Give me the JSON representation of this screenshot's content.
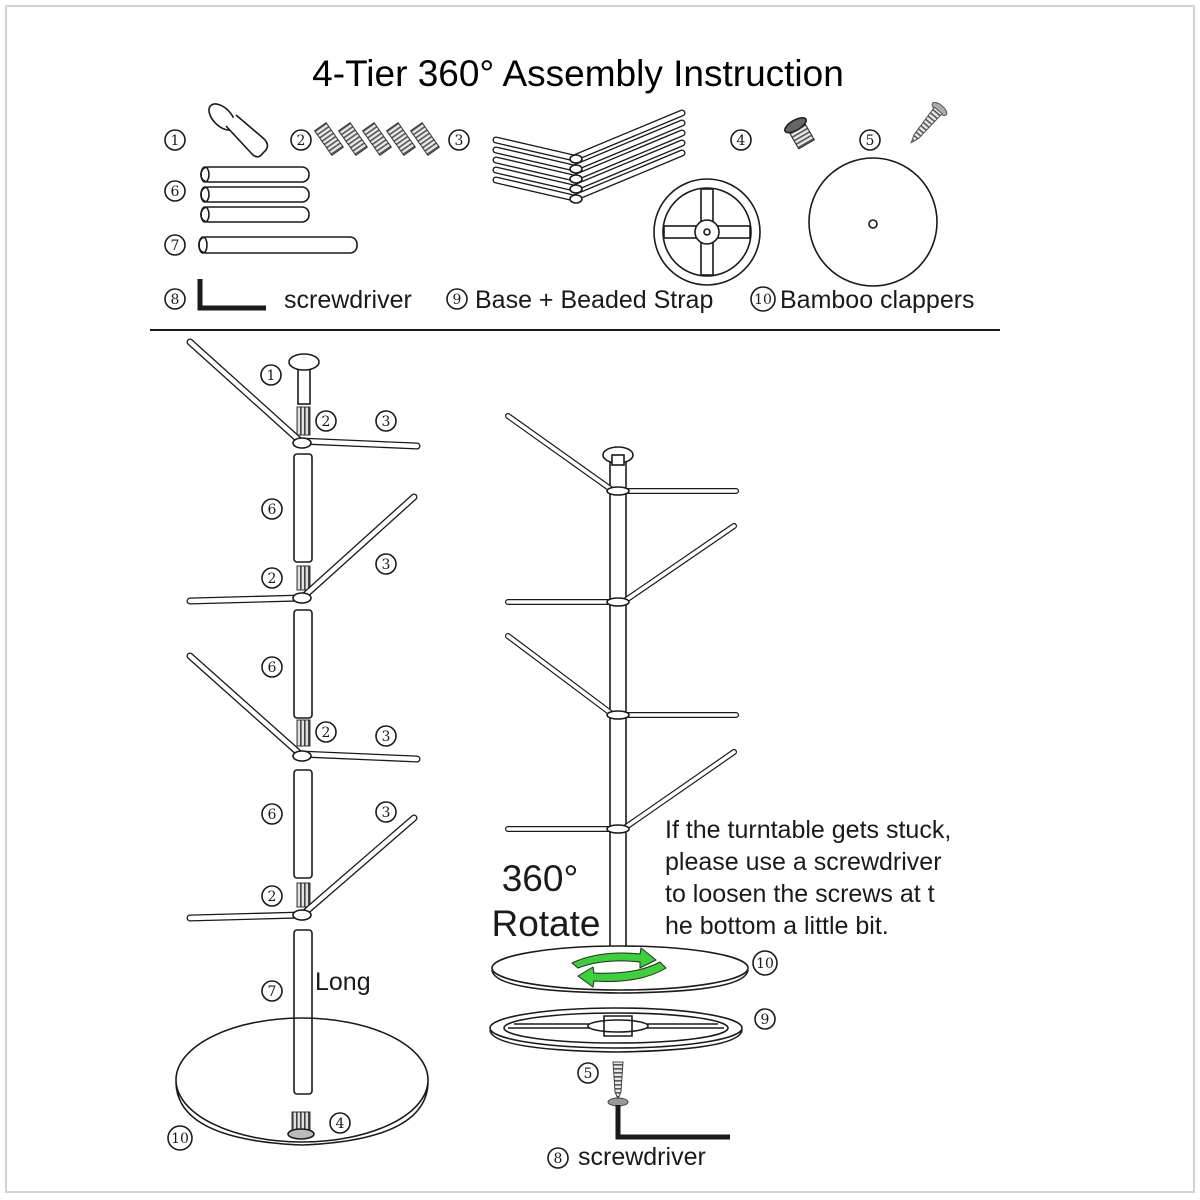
{
  "title": "4-Tier 360° Assembly Instruction",
  "parts": [
    {
      "id": "p1",
      "num": "1"
    },
    {
      "id": "p2",
      "num": "2"
    },
    {
      "id": "p3",
      "num": "3"
    },
    {
      "id": "p4",
      "num": "4"
    },
    {
      "id": "p5",
      "num": "5"
    },
    {
      "id": "p6",
      "num": "6"
    },
    {
      "id": "p7",
      "num": "7"
    },
    {
      "id": "p8",
      "num": "8",
      "label": "screwdriver"
    },
    {
      "id": "p9",
      "num": "9",
      "label": "Base + Beaded Strap"
    },
    {
      "id": "p10",
      "num": "10",
      "label": "Bamboo clappers"
    }
  ],
  "assembly": {
    "long_label": "Long"
  },
  "rotate": {
    "line1": "360°",
    "line2": "Rotate"
  },
  "note": {
    "lines": [
      "If the turntable gets stuck,",
      "please use a screwdriver",
      "to loosen the screws at t",
      "he bottom a little bit."
    ]
  },
  "bottom_label": "screwdriver",
  "colors": {
    "line": "#1a1a1a",
    "arrow_green": "#3ad13a",
    "bolt_gray": "#9a9a9a"
  }
}
